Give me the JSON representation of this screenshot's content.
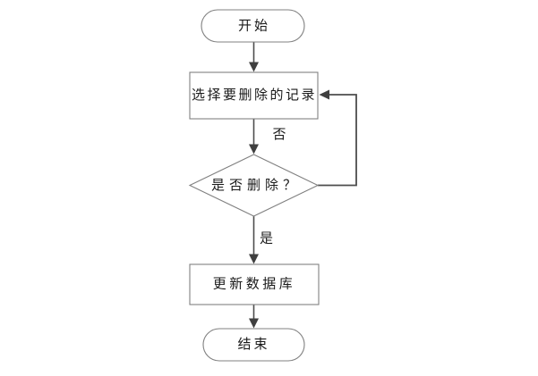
{
  "flowchart": {
    "nodes": {
      "start": {
        "shape": "terminator",
        "label": "开始"
      },
      "select_records": {
        "shape": "process",
        "label": "选择要删除的记录"
      },
      "delete_decision": {
        "shape": "decision",
        "label": "是否删除？"
      },
      "update_database": {
        "shape": "process",
        "label": "更新数据库"
      },
      "end": {
        "shape": "terminator",
        "label": "结束"
      }
    },
    "edge_labels": {
      "no": "否",
      "yes": "是"
    },
    "colors": {
      "background": "#ffffff",
      "shape_fill": "#ffffff",
      "shape_border": "#808080",
      "connector": "#4d4d4d",
      "arrowhead": "#3f3f3f",
      "text": "#1a1a1a"
    }
  }
}
